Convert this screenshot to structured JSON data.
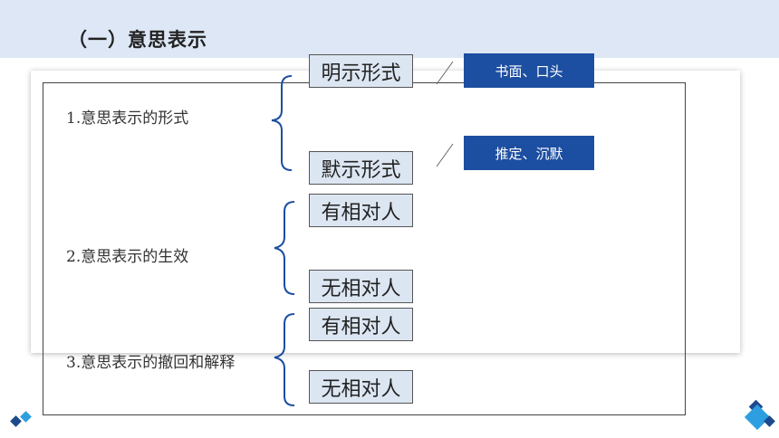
{
  "slide": {
    "title": "（一）意思表示",
    "topics": [
      {
        "label": "1.意思表示的形式",
        "options": [
          "明示形式",
          "默示形式"
        ]
      },
      {
        "label": "2.意思表示的生效",
        "options": [
          "有相对人",
          "无相对人"
        ]
      },
      {
        "label": "3.意思表示的撤回和解释",
        "options": [
          "有相对人",
          "无相对人"
        ]
      }
    ],
    "tags": [
      "书面、口头",
      "推定、沉默"
    ]
  },
  "colors": {
    "header_band": "#dde7f5",
    "brace": "#1c4ea1",
    "tag_bg": "#1c4ea1",
    "option_bg": "#dce6f2"
  }
}
